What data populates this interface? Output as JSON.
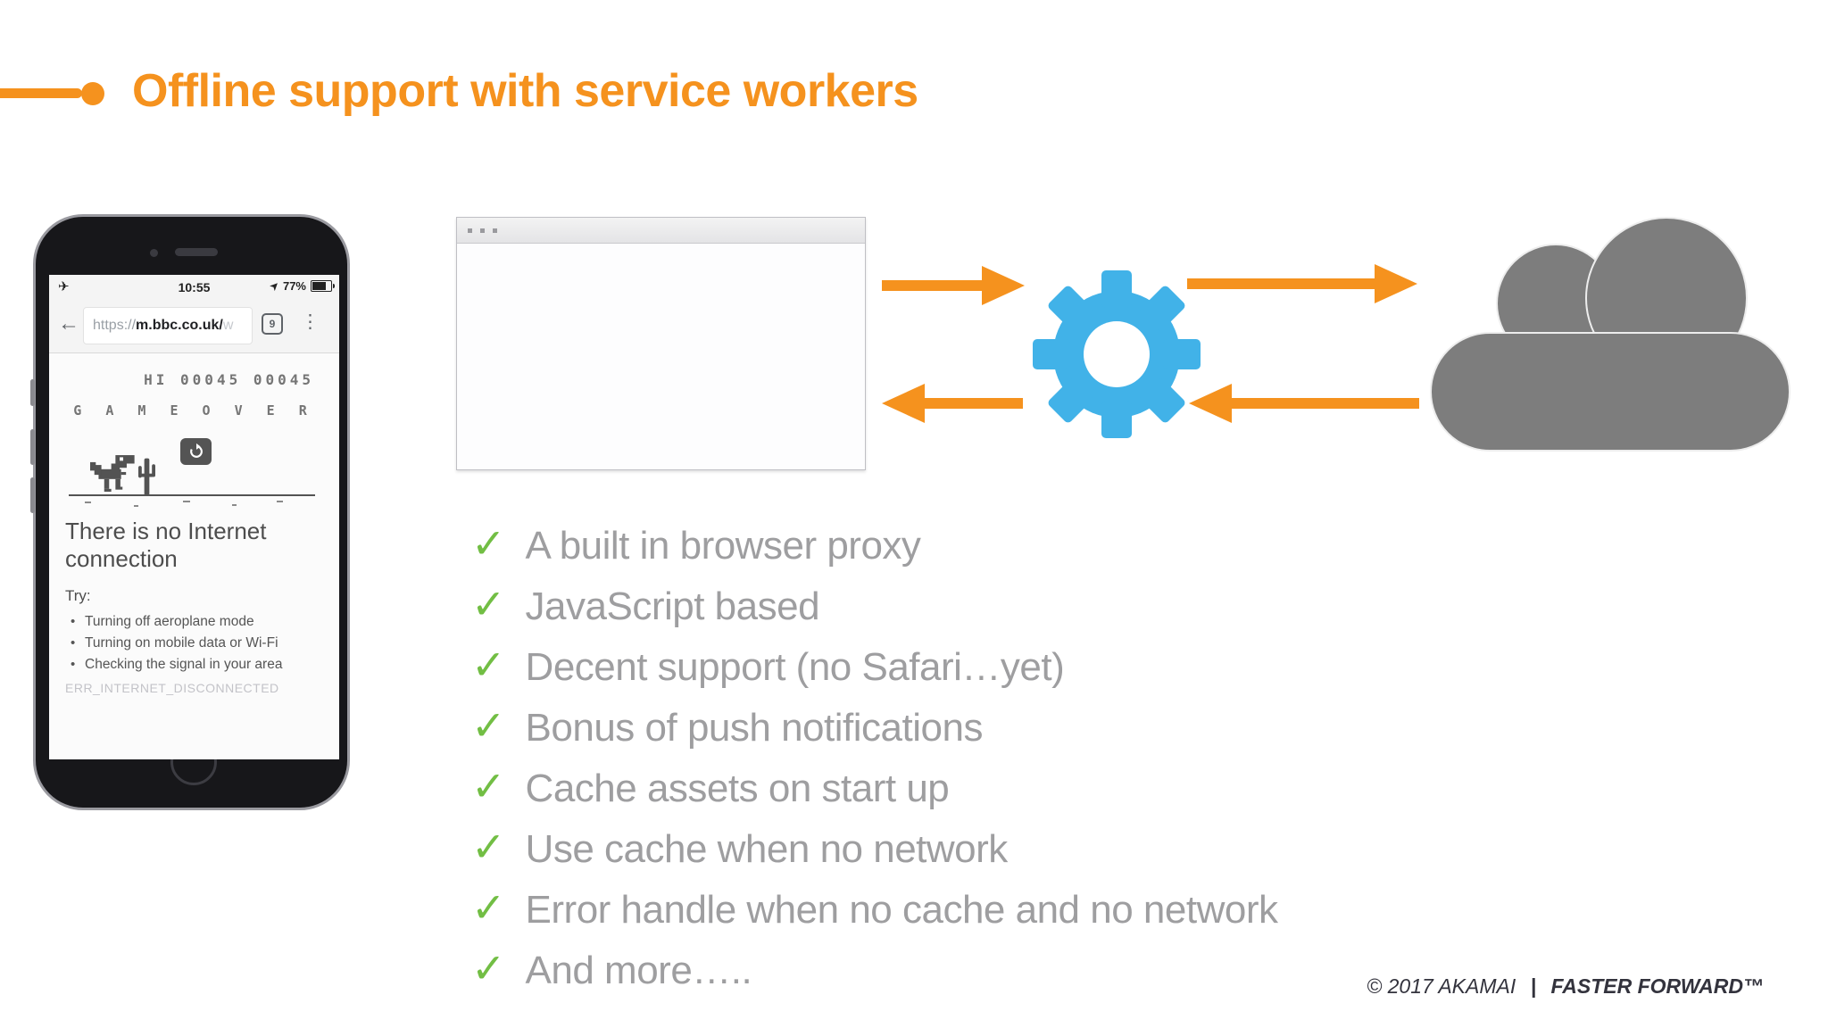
{
  "header": {
    "title": "Offline support with service workers"
  },
  "phone": {
    "status": {
      "time": "10:55",
      "battery_percent": "77%"
    },
    "urlbar": {
      "scheme": "https://",
      "host": "m.bbc.co.uk/",
      "truncated": "w",
      "tab_count": "9"
    },
    "game": {
      "hi_score": "HI 00045 00045",
      "game_over": "GAME OVER"
    },
    "offline": {
      "heading": "There is no Internet connection",
      "try_label": "Try:",
      "suggestions": [
        "Turning off aeroplane mode",
        "Turning on mobile data or Wi-Fi",
        "Checking the signal in your area"
      ],
      "error_code": "ERR_INTERNET_DISCONNECTED"
    }
  },
  "checklist": [
    "A built in browser proxy",
    "JavaScript based",
    "Decent support (no Safari…yet)",
    "Bonus of push notifications",
    "Cache assets on start up",
    "Use cache when no network",
    "Error handle when no cache and no network",
    "And more….."
  ],
  "footer": {
    "copyright": "© 2017 AKAMAI",
    "separator": "|",
    "tagline": "FASTER FORWARD™"
  },
  "colors": {
    "accent_orange": "#F5921E",
    "gear_blue": "#41B2E8",
    "cloud_gray": "#7D7D7D",
    "check_green": "#72BE44",
    "list_text_gray": "#9E9EA0"
  }
}
